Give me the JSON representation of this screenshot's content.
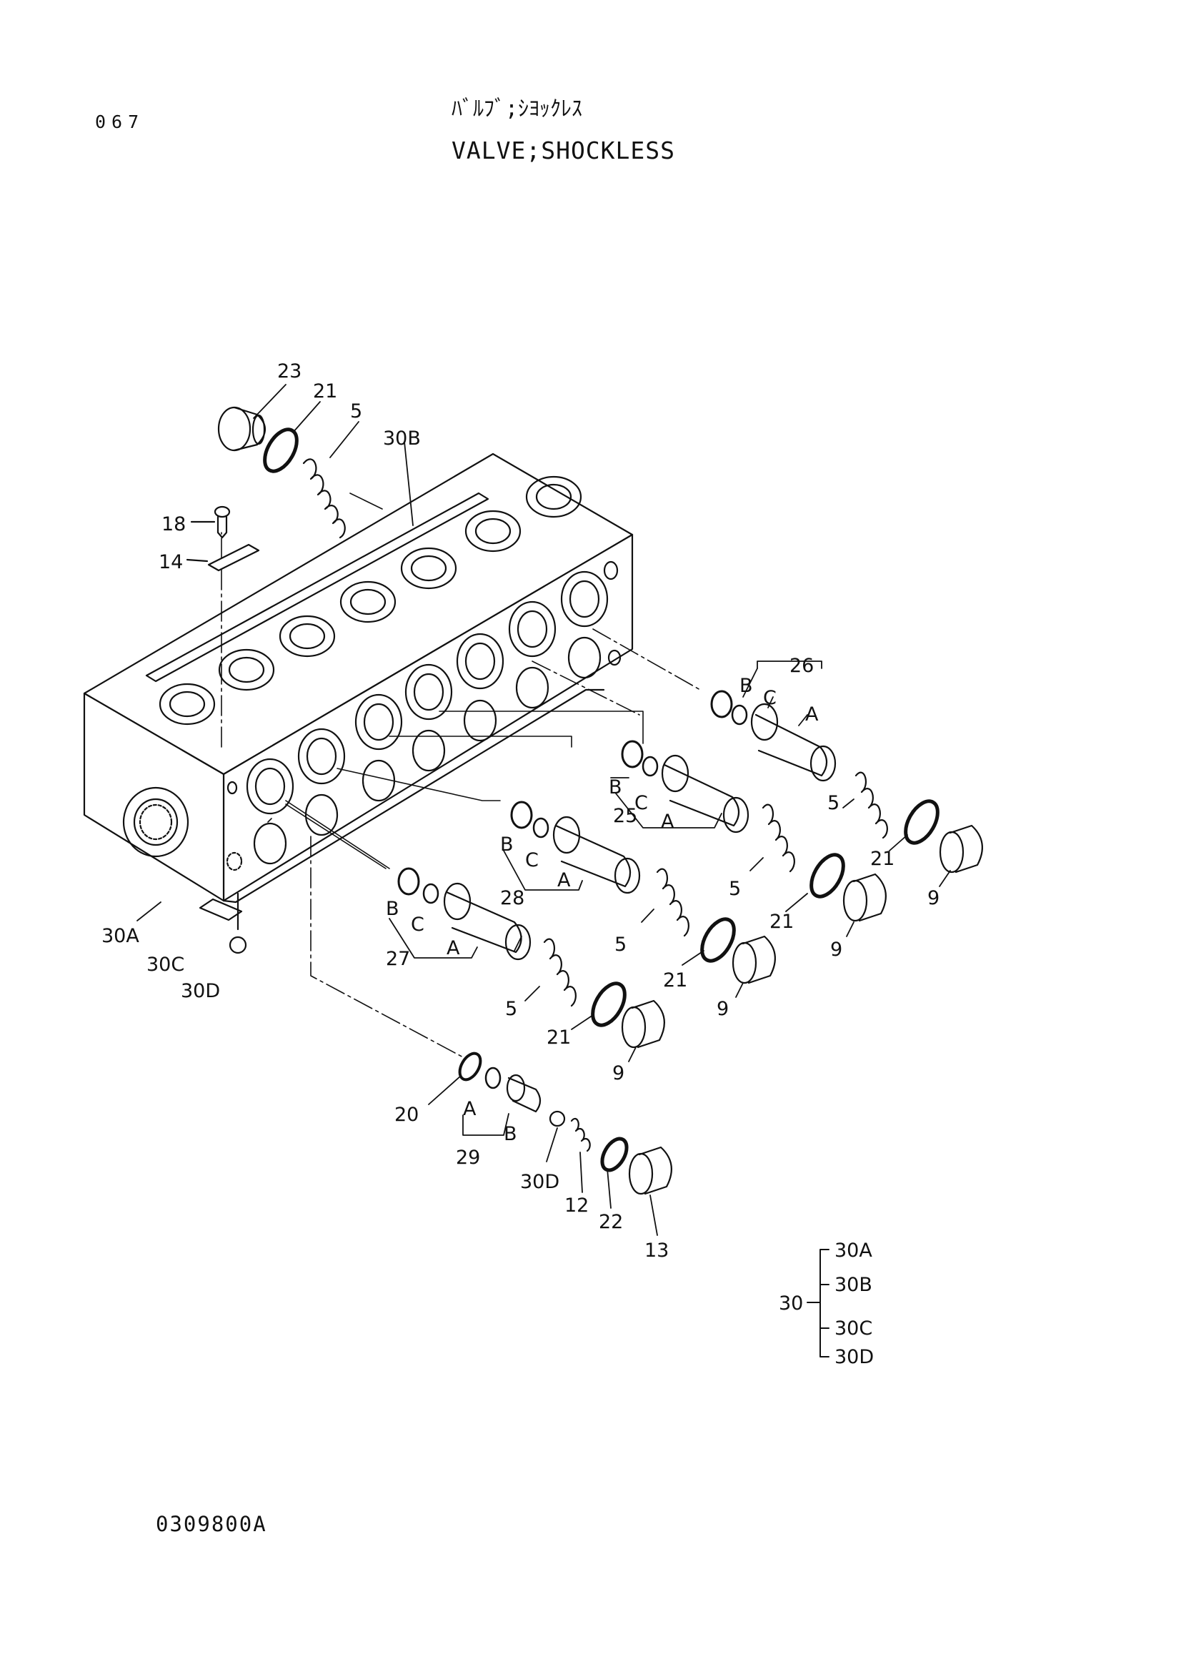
{
  "header": {
    "page_number": "067",
    "title_jp": "ﾊﾞﾙﾌﾞ;ｼﾖｯｸﾚｽ",
    "title_en": "VALVE;SHOCKLESS"
  },
  "footer": {
    "drawing_number": "0309800A"
  },
  "callouts": {
    "c23": "23",
    "c21_top": "21",
    "c5_top": "5",
    "c30B": "30B",
    "c18": "18",
    "c14": "14",
    "c30A": "30A",
    "c30C": "30C",
    "c30D": "30D",
    "c26": "26",
    "c26B": "B",
    "c26C": "C",
    "c26A": "A",
    "c25": "25",
    "c25B": "B",
    "c25C": "C",
    "c25A": "A",
    "c28": "28",
    "c28B": "B",
    "c28C": "C",
    "c28A": "A",
    "c27": "27",
    "c27B": "B",
    "c27C": "C",
    "c27A": "A",
    "c5_r1": "5",
    "c21_r1": "21",
    "c9_r1": "9",
    "c5_r2": "5",
    "c21_r2": "21",
    "c9_r2": "9",
    "c5_r3": "5",
    "c21_r3": "21",
    "c9_r3": "9",
    "c5_r4": "5",
    "c21_r4": "21",
    "c9_r4": "9",
    "c20": "20",
    "c29": "29",
    "c29A": "A",
    "c29B": "B",
    "c30D_lower": "30D",
    "c12": "12",
    "c22": "22",
    "c13": "13"
  },
  "legend": {
    "parent": "30",
    "children": [
      "30A",
      "30B",
      "30C",
      "30D"
    ]
  }
}
